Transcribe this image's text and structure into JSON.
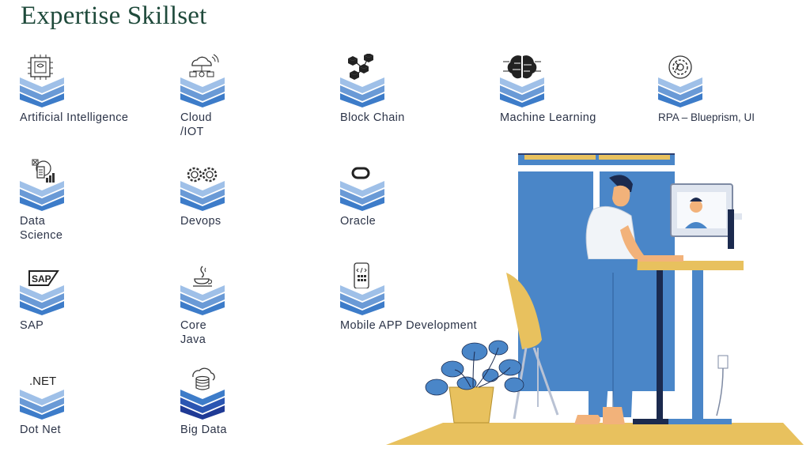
{
  "title": "Expertise Skillset",
  "skills": [
    {
      "label": "Artificial Intelligence",
      "icon": "ai-chip-icon"
    },
    {
      "label": "Cloud /IOT",
      "icon": "cloud-network-icon"
    },
    {
      "label": "Block Chain",
      "icon": "blockchain-cubes-icon"
    },
    {
      "label": "Machine Learning",
      "icon": "brain-circuit-icon"
    },
    {
      "label": "RPA – Blueprism, UI",
      "icon": "gear-automation-icon"
    },
    {
      "label": "Data Science",
      "icon": "data-science-icon"
    },
    {
      "label": "Devops",
      "icon": "gears-icon"
    },
    {
      "label": "Oracle",
      "icon": "oracle-logo-icon"
    },
    {
      "label": "SAP",
      "icon": "sap-logo-icon"
    },
    {
      "label": "Core Java",
      "icon": "java-cup-icon"
    },
    {
      "label": "Mobile APP Development",
      "icon": "mobile-code-icon"
    },
    {
      "label": "Dot Net",
      "icon": "dotnet-text-icon"
    },
    {
      "label": "Big Data",
      "icon": "big-data-icon"
    }
  ],
  "dotnet_text": ".NET",
  "sap_text": "SAP",
  "colors": {
    "accent": "#3d7cc9",
    "dark": "#1b2a4e",
    "yellow": "#e8c15e",
    "title": "#1f4a3b"
  }
}
